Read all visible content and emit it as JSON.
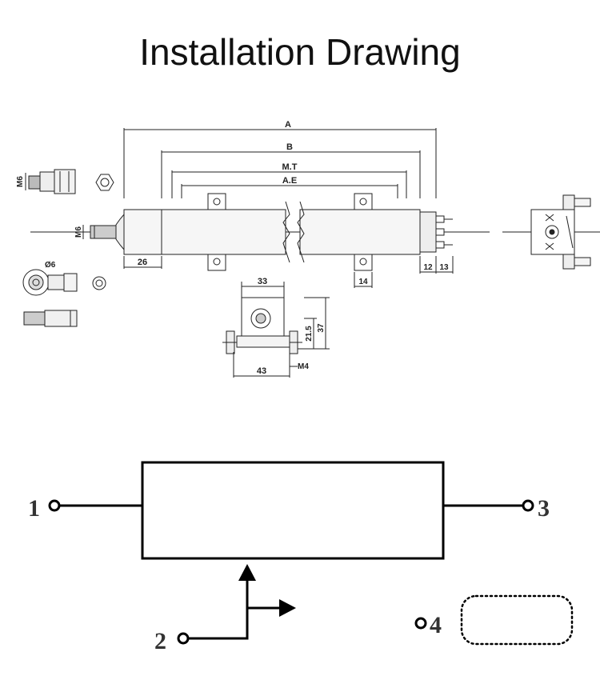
{
  "title": "Installation Drawing",
  "dimensions": {
    "a": "A",
    "b": "B",
    "mt": "M.T",
    "ae": "A.E",
    "d26": "26",
    "d12": "12",
    "d13": "13",
    "d14": "14",
    "d33": "33",
    "d43": "43",
    "d37": "37",
    "d21_5": "21.5",
    "m4": "M4",
    "m6_top": "M6",
    "m6_rod": "M6",
    "phi6": "Ø6"
  },
  "schematic": {
    "terminals": [
      "1",
      "2",
      "3",
      "4"
    ]
  }
}
